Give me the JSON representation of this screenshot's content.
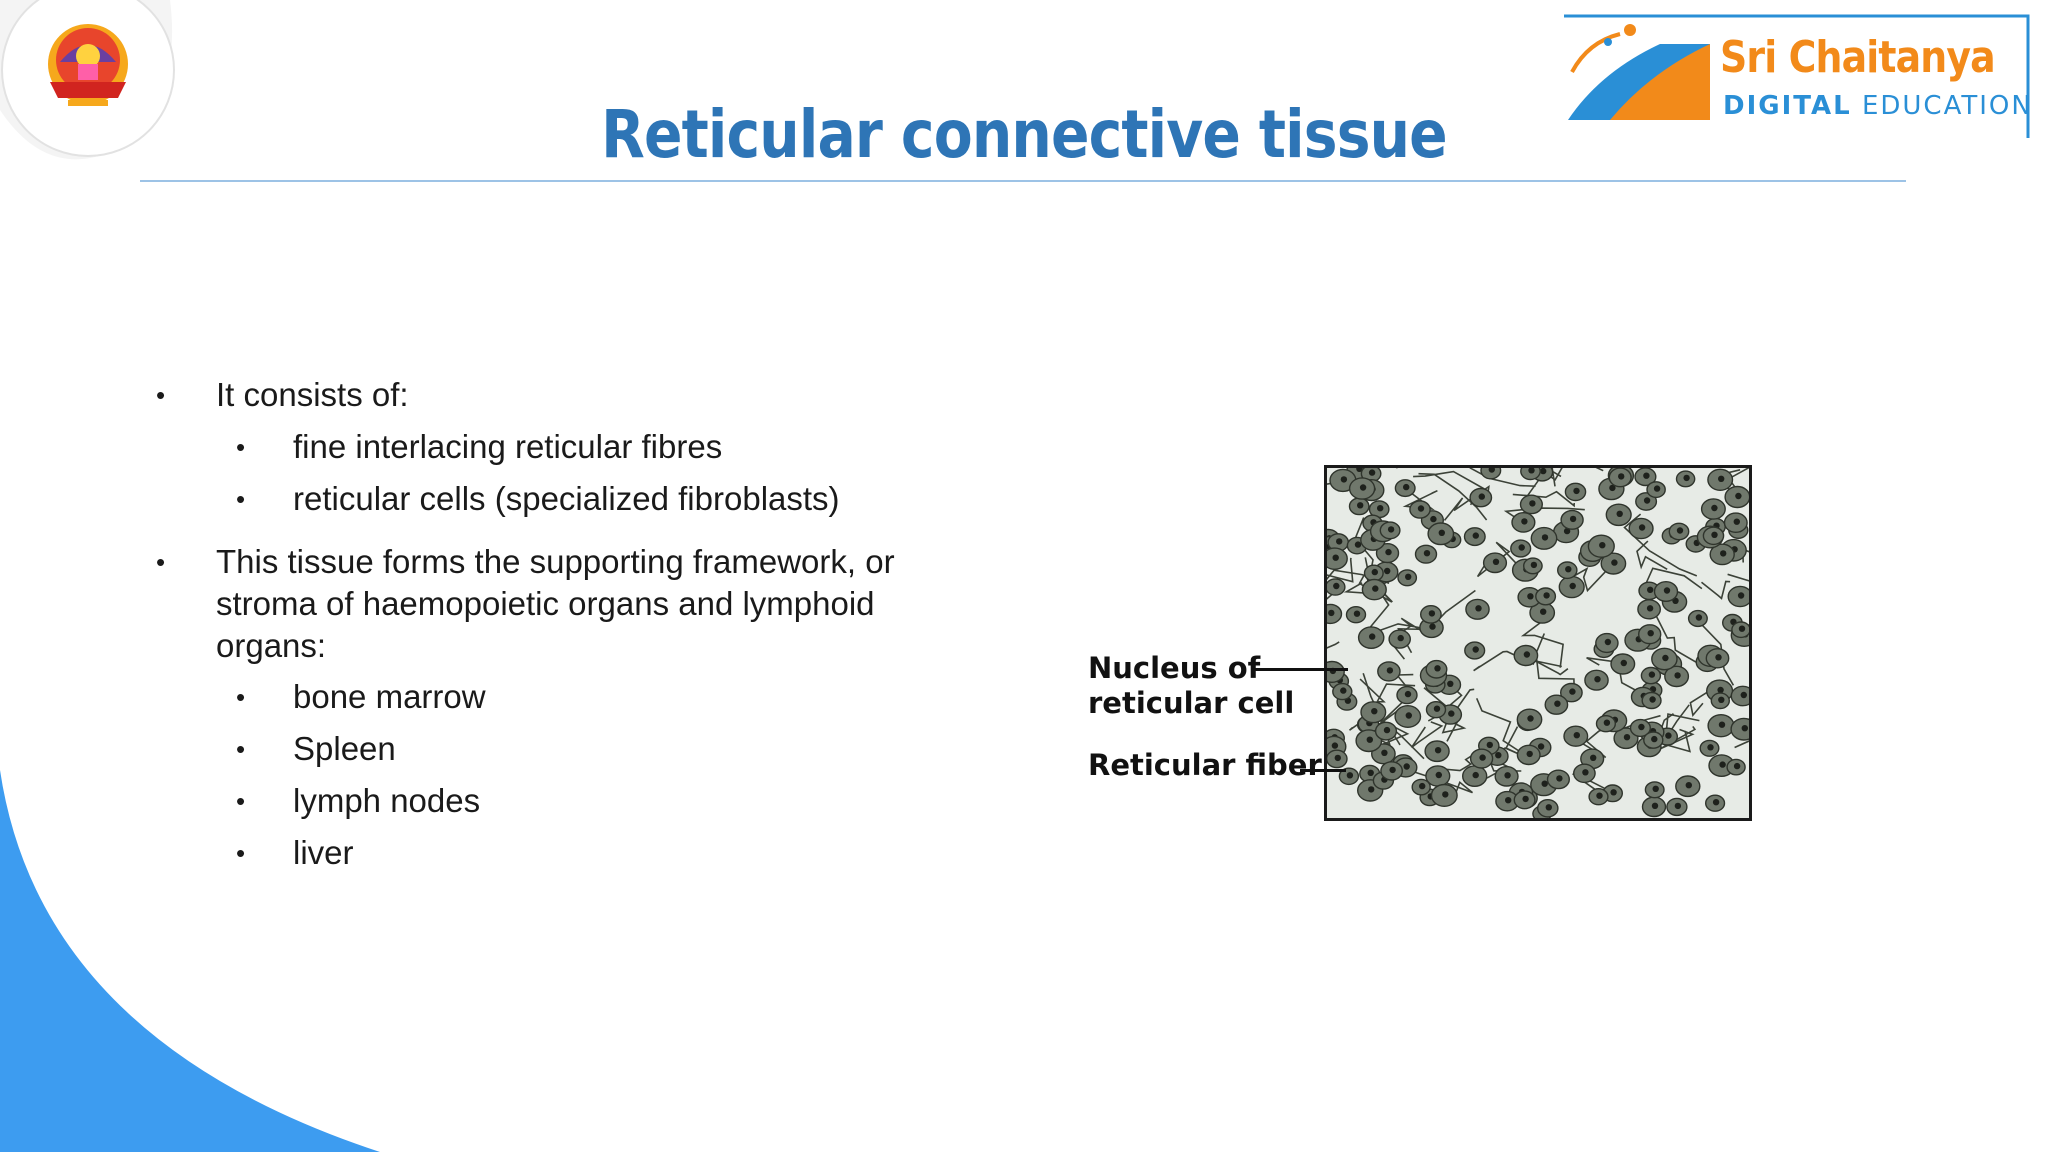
{
  "slide": {
    "title": "Reticular connective tissue"
  },
  "brand": {
    "name": "Sri Chaitanya",
    "tagline_strong": "DIGITAL",
    "tagline_rest": " EDUCATION",
    "colors": {
      "name": "#f28a1a",
      "tagline": "#2a8fd6"
    }
  },
  "colors": {
    "title": "#2e75b6",
    "accent_blue": "#3d9cf0",
    "rule": "#9dc3e6"
  },
  "bullets": [
    {
      "text": "It consists of:",
      "children": [
        "fine interlacing reticular fibres",
        "reticular cells (specialized fibroblasts)"
      ]
    },
    {
      "lines": [
        "This tissue forms the supporting framework, or",
        "stroma of haemopoietic organs and lymphoid",
        "organs:"
      ],
      "children": [
        "bone marrow",
        "Spleen",
        "lymph nodes",
        "liver"
      ]
    }
  ],
  "diagram": {
    "labels": {
      "nucleus_line1": "Nucleus of",
      "nucleus_line2": "reticular cell",
      "fiber": "Reticular fiber"
    }
  }
}
